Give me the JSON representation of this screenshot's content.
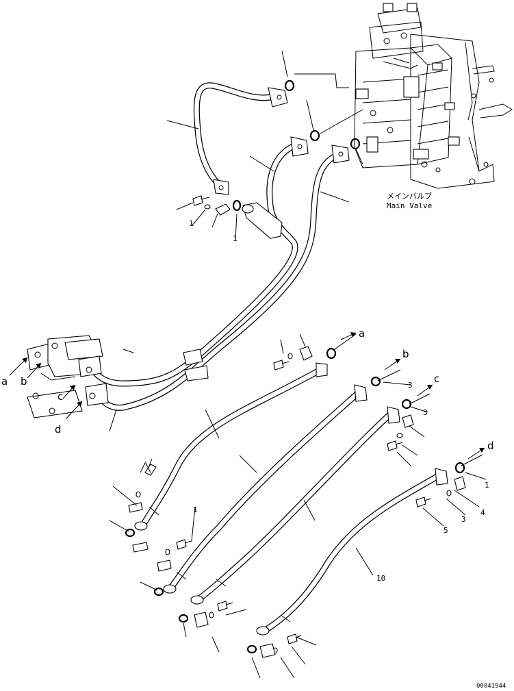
{
  "main_valve": {
    "label_jp": "メインバルブ",
    "label_en": "Main Valve"
  },
  "connection_letters": [
    "a",
    "b",
    "c",
    "d"
  ],
  "part_numbers": {
    "n1": "1",
    "n2": "1",
    "n3": "1",
    "n4": "3",
    "n5": "3",
    "n6": "1",
    "n7": "4",
    "n8": "5",
    "n9": "10"
  },
  "drawing_ref": "00041944"
}
